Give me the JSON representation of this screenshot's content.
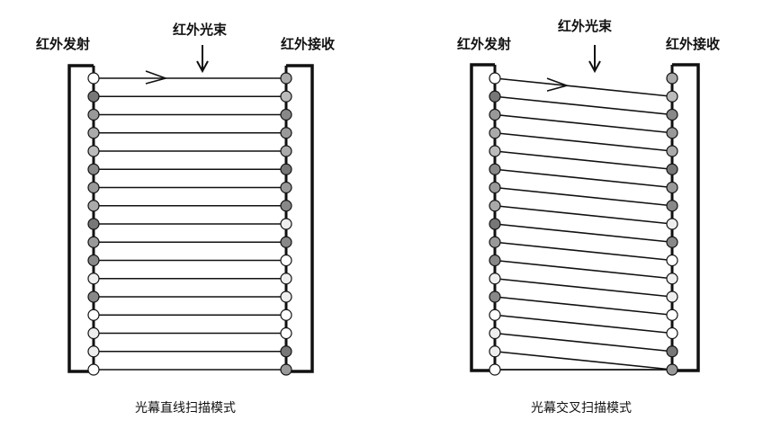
{
  "left_diagram": {
    "emitter_label": "红外发射",
    "beam_label": "红外光束",
    "receiver_label": "红外接收",
    "caption": "光幕直线扫描模式",
    "mode": "straight",
    "pairs": 17
  },
  "right_diagram": {
    "emitter_label": "红外发射",
    "beam_label": "红外光束",
    "receiver_label": "红外接收",
    "caption": "光幕交叉扫描模式",
    "mode": "cross",
    "pairs": 17
  }
}
